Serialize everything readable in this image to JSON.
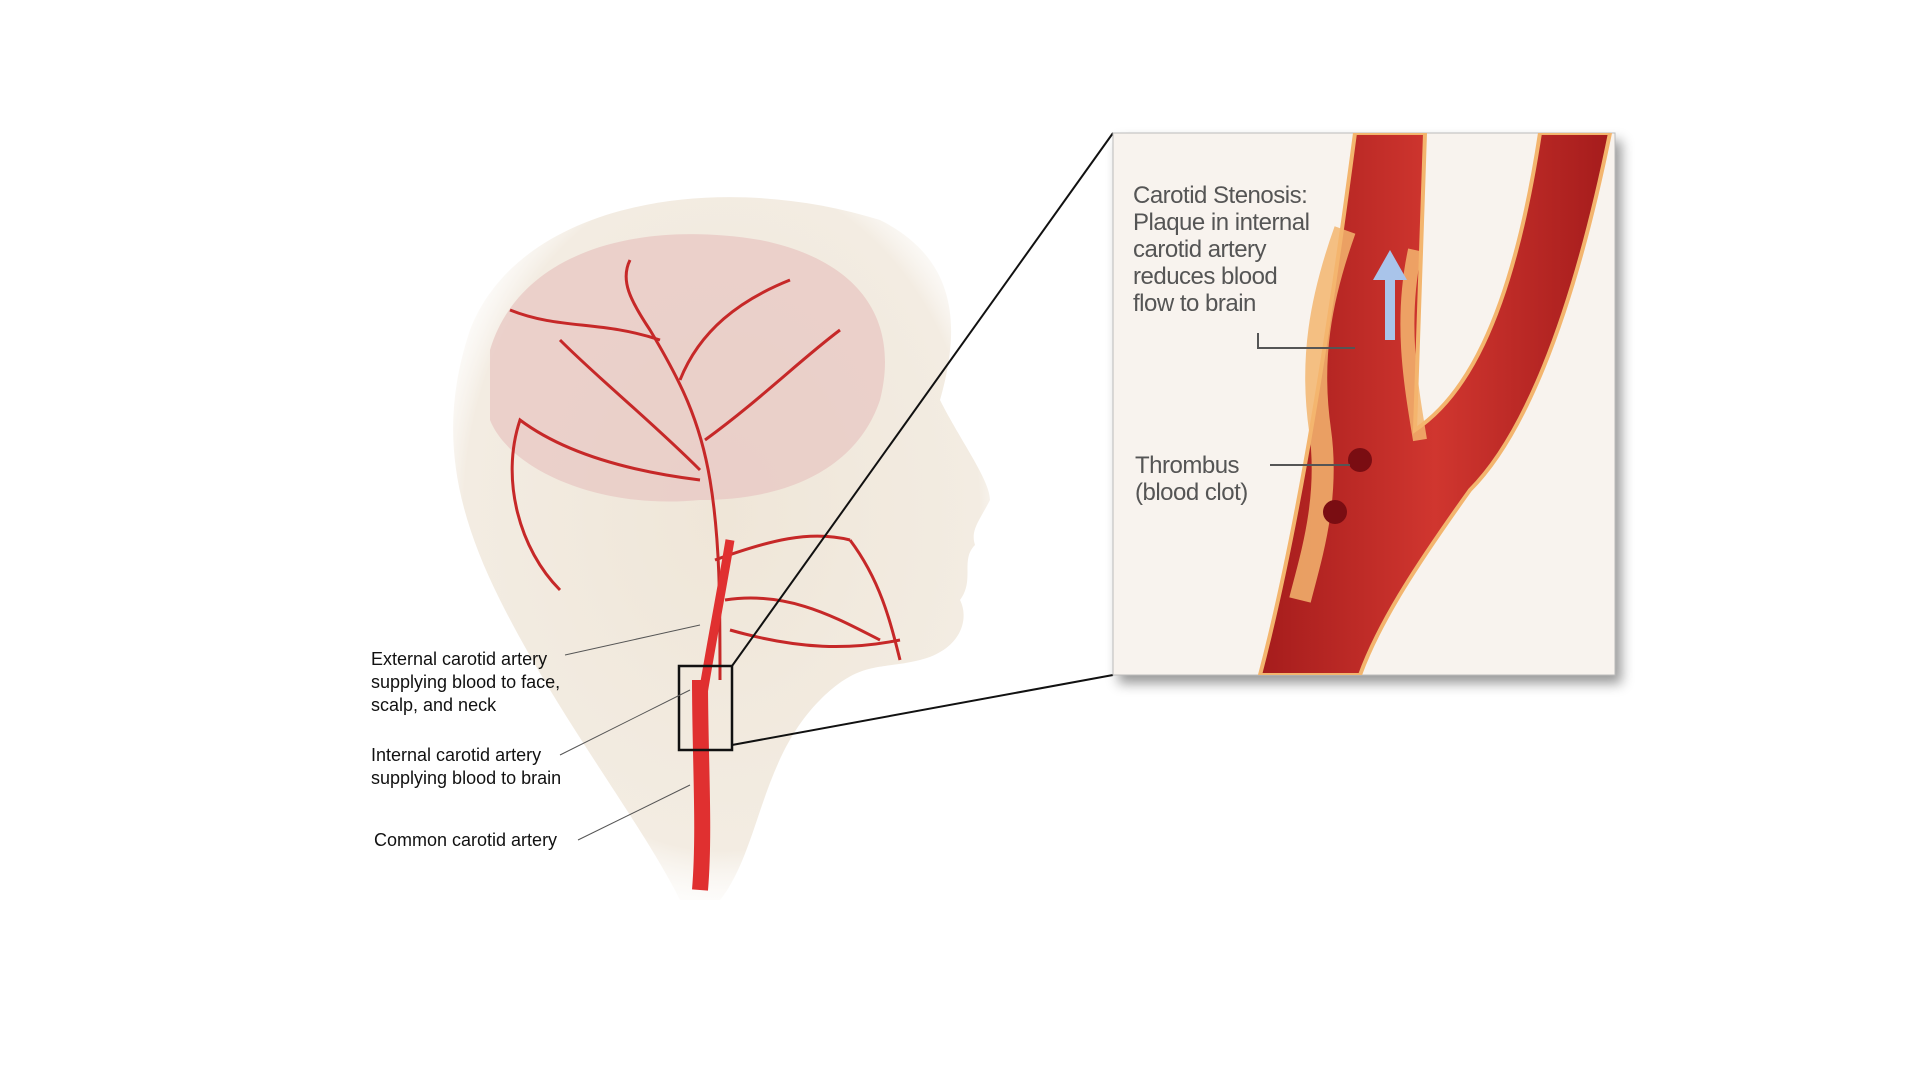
{
  "labels": {
    "external": [
      "External carotid artery",
      "supplying blood to face,",
      "scalp, and neck"
    ],
    "internal": [
      "Internal carotid artery",
      "supplying blood to brain"
    ],
    "common": "Common carotid artery"
  },
  "inset": {
    "stenosis": [
      "Carotid Stenosis:",
      "Plaque in internal",
      "carotid artery",
      "reduces blood",
      "flow to brain"
    ],
    "thrombus": [
      "Thrombus",
      "(blood clot)"
    ]
  },
  "colors": {
    "artery": "#d42a2a",
    "inset_bg": "#f8f3ee",
    "plaque": "#f3b56e",
    "flow_arrow": "#a9c4ea"
  }
}
